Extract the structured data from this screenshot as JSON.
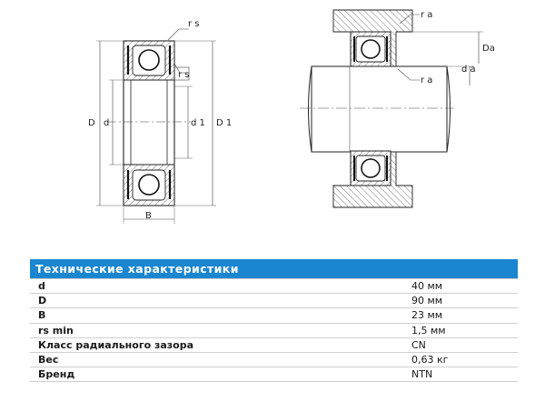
{
  "drawing": {
    "left": {
      "rs_top": "r s",
      "rs_side": "r s",
      "D": "D",
      "d": "d",
      "d1": "d 1",
      "D1": "D 1",
      "B": "B"
    },
    "right": {
      "ra_top": "r a",
      "ra_side": "r a",
      "Da": "Da",
      "da": "d a"
    }
  },
  "specs": {
    "title": "Технические характеристики",
    "rows": [
      {
        "label": "d",
        "value": "40 мм"
      },
      {
        "label": "D",
        "value": "90 мм"
      },
      {
        "label": "B",
        "value": "23 мм"
      },
      {
        "label": "rs min",
        "value": "1,5 мм"
      },
      {
        "label": "Класс радиального зазора",
        "value": "CN"
      },
      {
        "label": "Вес",
        "value": "0,63 кг"
      },
      {
        "label": "Бренд",
        "value": "NTN"
      }
    ]
  }
}
